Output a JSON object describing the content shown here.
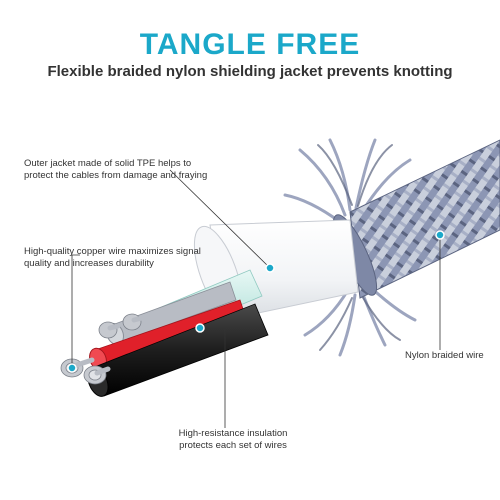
{
  "header": {
    "title": "TANGLE FREE",
    "subtitle": "Flexible braided nylon shielding jacket prevents knotting"
  },
  "callouts": {
    "outer_jacket": "Outer jacket made of solid TPE helps to protect the cables from damage and fraying",
    "copper_wire": "High-quality copper wire maximizes signal quality and increases durability",
    "nylon_braid": "Nylon braided wire",
    "insulation": "High-resistance insulation protects each set of wires"
  },
  "colors": {
    "accent": "#1ba8c9",
    "braid": "#8c96b4",
    "braid_dark": "#5b6480",
    "jacket": "#ffffff",
    "teal_wire": "#c9ece7",
    "red_wire": "#e0202a",
    "black_wire": "#1e1e1e",
    "copper_strands": "#b8bcc4"
  }
}
